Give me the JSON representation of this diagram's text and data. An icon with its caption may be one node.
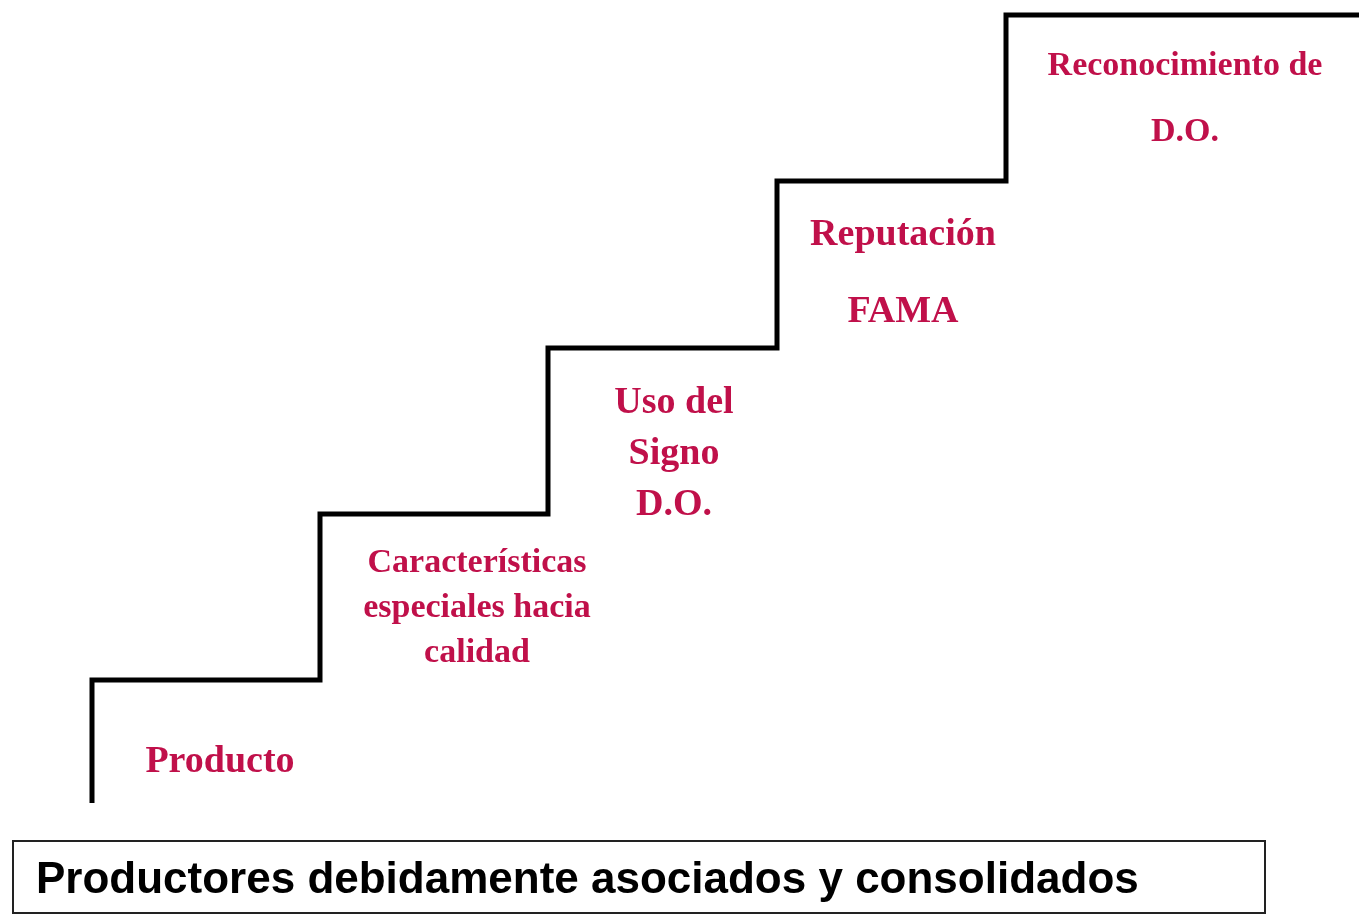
{
  "diagram": {
    "nodes": [
      {
        "text": [
          "Productores debidamente asociados y consolidados"
        ]
      }
    ],
    "labels": [
      "Reconocimiento de D.O.",
      "Reputación",
      "FAMA",
      "Uso del Signo D.O.",
      "Características especiales hacia calidad",
      "Producto"
    ]
  }
}
